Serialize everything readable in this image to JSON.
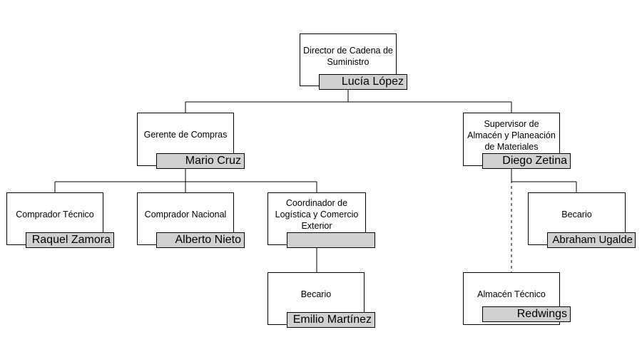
{
  "nodes": {
    "director": {
      "title": "Director de Cadena de Suministro",
      "name": "Lucía López"
    },
    "gerente_compras": {
      "title": "Gerente de Compras",
      "name": "Mario Cruz"
    },
    "supervisor_almacen": {
      "title": "Supervisor de Almacén y Planeación de Materiales",
      "name": "Diego Zetina"
    },
    "comprador_tecnico": {
      "title": "Comprador Técnico",
      "name": "Raquel Zamora"
    },
    "comprador_nacional": {
      "title": "Comprador Nacional",
      "name": "Alberto Nieto"
    },
    "coordinador_logistica": {
      "title": "Coordinador de Logística y Comercio Exterior",
      "name": ""
    },
    "becario_logistica": {
      "title": "Becario",
      "name": "Emilio Martínez"
    },
    "becario_almacen": {
      "title": "Becario",
      "name": "Abraham Ugalde"
    },
    "almacen_tecnico": {
      "title": "Almacén Técnico",
      "name": "Redwings"
    }
  },
  "colors": {
    "tag_fill": "#d0d0d0",
    "line": "#000000"
  },
  "connectors": {
    "solid": "org-line",
    "dashed": "dotted-line to Almacén Técnico"
  }
}
